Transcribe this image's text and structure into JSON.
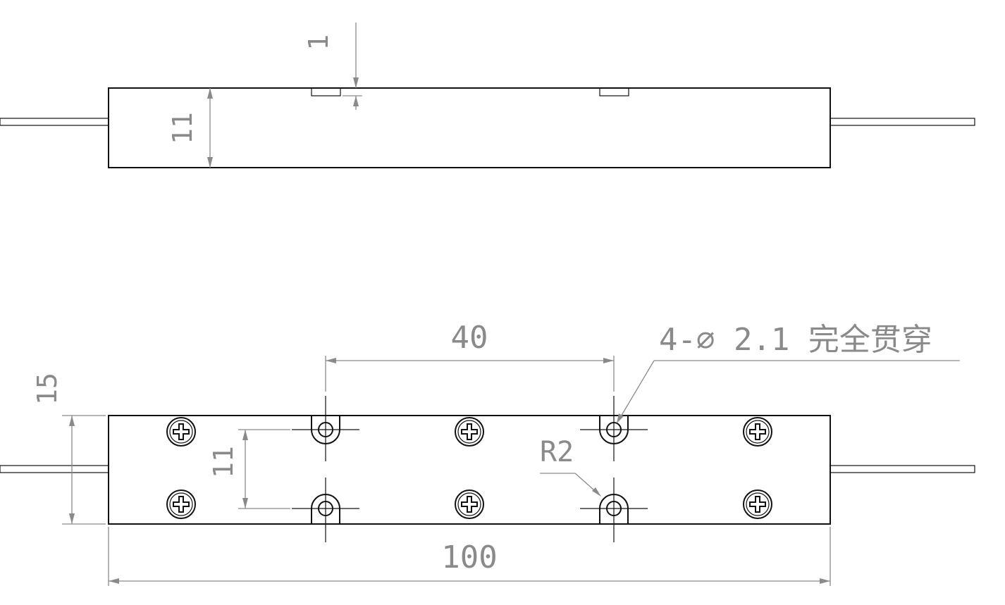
{
  "dimensions": {
    "top_slot_depth": "1",
    "top_height": "11",
    "overall_width": "15",
    "hole_spacing_vertical": "11",
    "hole_spacing_horizontal": "40",
    "overall_length": "100",
    "corner_radius": "R2",
    "hole_callout": "4-∅ 2.1 完全贯穿"
  },
  "colors": {
    "object_line": "#111111",
    "dimension_line": "#8a8a8a",
    "background": "#ffffff"
  }
}
